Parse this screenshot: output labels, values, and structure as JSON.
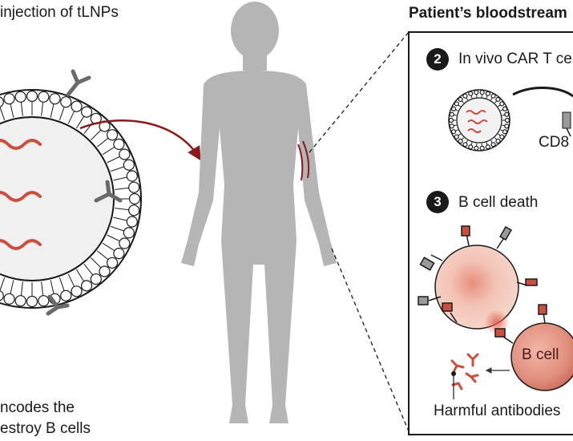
{
  "labels": {
    "injection": "injection of tLNPs",
    "bloodstream": "Patient’s bloodstream",
    "step2": "In vivo CAR T cell",
    "cd8": "CD8",
    "step3": "B cell death",
    "bcell": "B cell",
    "antibodies": "Harmful antibodies",
    "caption_line1": "ncodes the",
    "caption_line2": "estroy B cells"
  },
  "steps": {
    "two": "2",
    "three": "3"
  },
  "colors": {
    "body": "#b5b5b5",
    "arrow": "#8b1a1a",
    "mrna": "#c9503f",
    "bcell": "#e8a090",
    "cell_light": "#f3c8bb",
    "receptor": "#9a9a9a",
    "cd8": "#b73a2a"
  }
}
